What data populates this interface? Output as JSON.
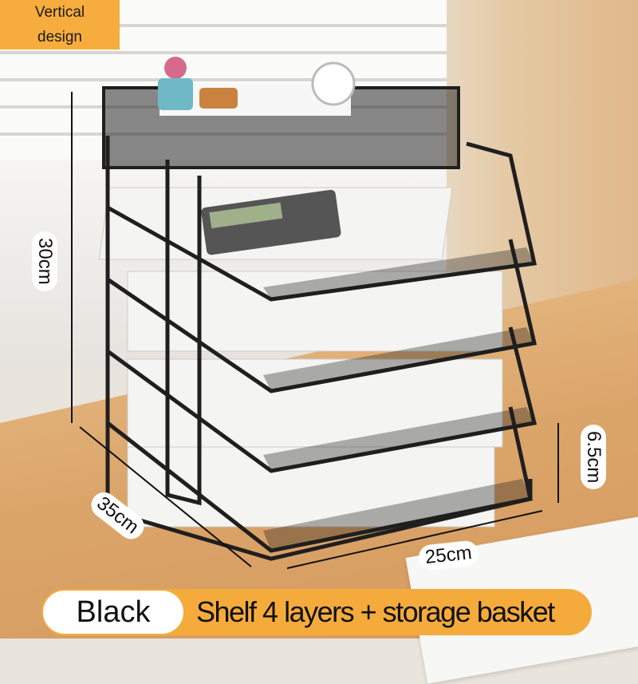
{
  "badge": {
    "line1": "Vertical",
    "line2": "design"
  },
  "dimensions": {
    "height": "30cm",
    "depth": "35cm",
    "width": "25cm",
    "layer_gap": "6.5cm"
  },
  "bottom_banner": {
    "color": "Black",
    "description": "Shelf 4 layers + storage basket"
  },
  "colors": {
    "accent": "#f5ab3c",
    "frame": "#1f1f1f"
  }
}
